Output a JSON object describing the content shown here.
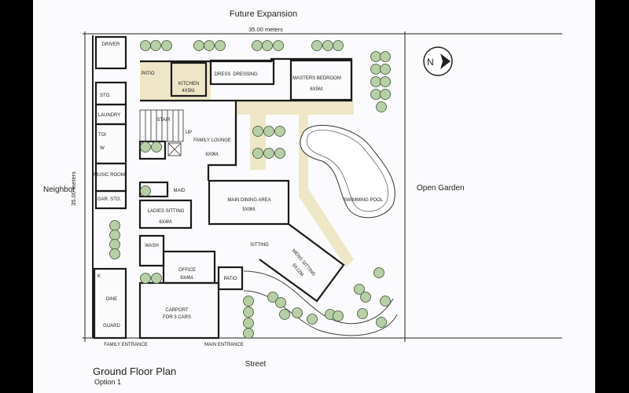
{
  "title": "Ground Floor Plan",
  "subtitle": "Option 1",
  "labels": {
    "top": "Future Expansion",
    "width_dim": "35.00 meters",
    "height_dim": "35.00 meters",
    "left": "Neighbor",
    "right": "Open Garden",
    "bottom": "Street",
    "north": "N"
  },
  "rooms": {
    "driver": "DRIVER",
    "sto": "STO.",
    "laundry": "LAUNDRY",
    "toi": "TOI",
    "w": "W",
    "music_room": "MUSIC ROOM",
    "gar_sto": "GAR. STO.",
    "patio_top": "PATIO",
    "kitchen": "KITCHEN",
    "kitchen_size": "4X5M.",
    "dress": "DRESS",
    "dressing": "DRESSING",
    "masters_bedroom": "MASTERS BEDROOM",
    "masters_size": "6X5M.",
    "stair": "STAIR",
    "up": "UP",
    "family_lounge": "FAMILY LOUNGE",
    "family_size": "6X9M.",
    "maid": "MAID",
    "ladies_sitting": "LADIES SITTING",
    "ladies_size": "6X4M.",
    "wash": "WASH",
    "office": "OFFICE",
    "office_size": "6X4M.",
    "patio_front": "PATIO",
    "main_dining": "MAIN DINING AREA",
    "dining_size": "5X9M.",
    "sitting": "SITTING",
    "mens_sitting": "MENS SITTING",
    "mens_size": "5X12M.",
    "pool": "SWIMMING POOL",
    "carport": "CARPORT",
    "carport_sub": "FOR 3 CARS",
    "k": "K",
    "dine": "DINE",
    "guard": "GUARD",
    "family_entrance": "FAMILY ENTRANCE",
    "main_entrance": "MAIN ENTRANCE"
  }
}
